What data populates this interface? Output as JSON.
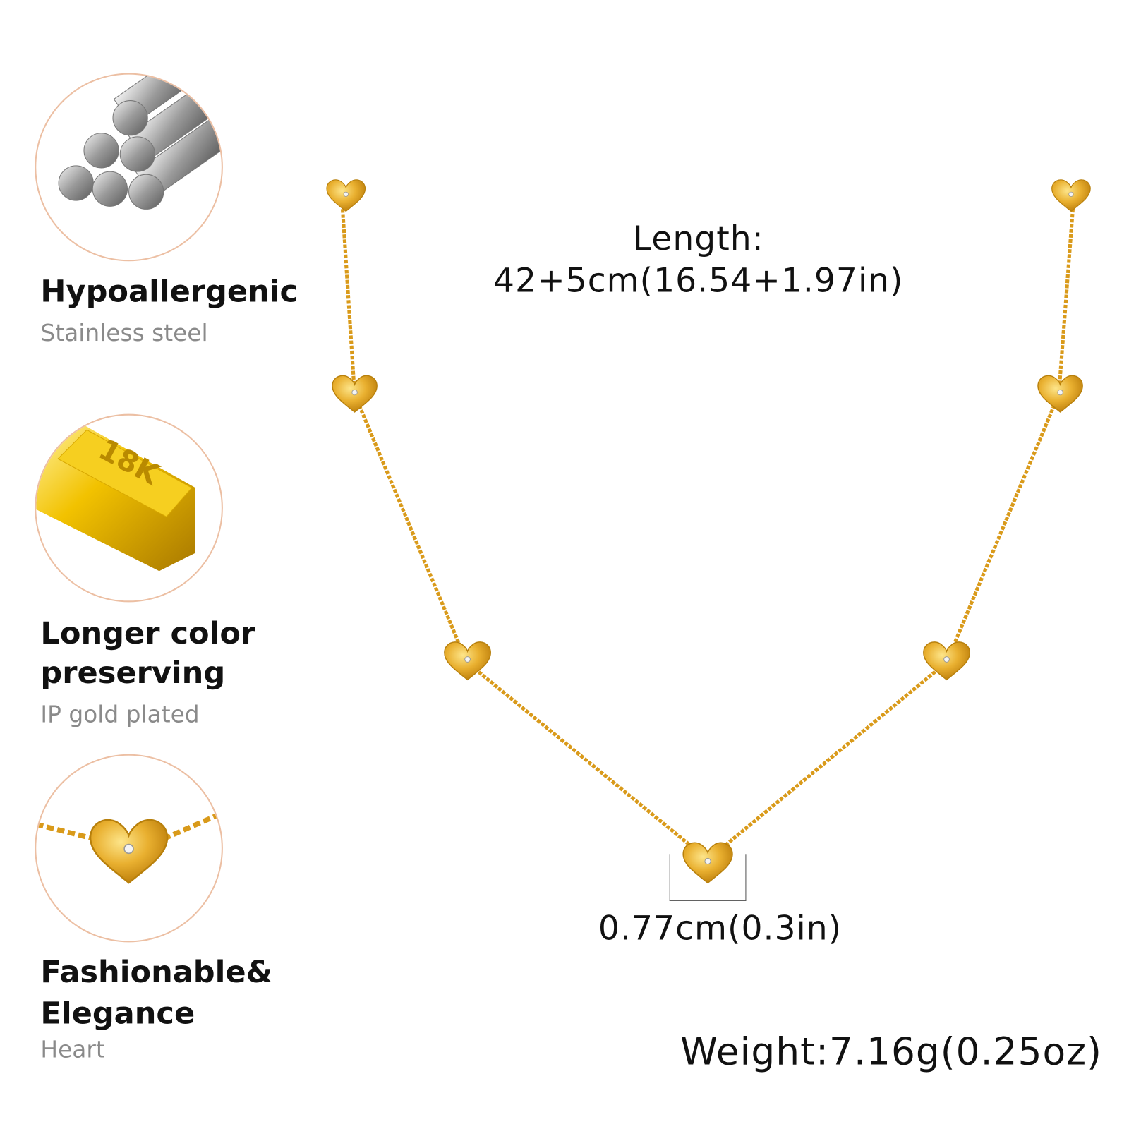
{
  "features": [
    {
      "title_lines": [
        "Hypoallergenic"
      ],
      "subtitle": "Stainless steel",
      "icon": "steel-rods-icon"
    },
    {
      "title_lines": [
        "Longer color",
        "preserving"
      ],
      "subtitle": "IP gold plated",
      "icon": "gold-bar-icon",
      "badge": "18K"
    },
    {
      "title_lines": [
        "Fashionable&",
        "Elegance"
      ],
      "subtitle": "Heart",
      "icon": "heart-charm-icon"
    }
  ],
  "dimensions": {
    "length_label": "Length:",
    "length_value": "42+5cm(16.54+1.97in)",
    "charm_size": "0.77cm(0.3in)",
    "weight": "Weight:7.16g(0.25oz)"
  },
  "colors": {
    "gold": "#e0a419",
    "circle_border": "#ecbfa3",
    "subtitle": "#8a8a8a"
  }
}
